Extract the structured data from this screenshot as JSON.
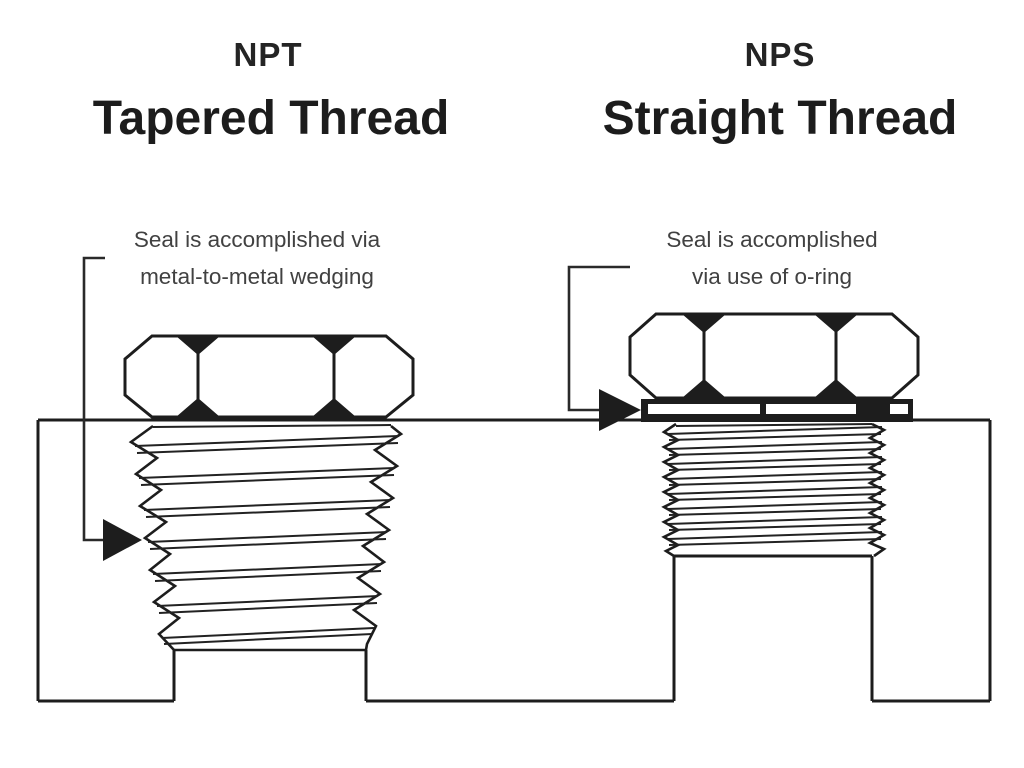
{
  "diagram": {
    "background": "#ffffff",
    "line_color": "#1d1d1d",
    "text_color": "#242424",
    "callout_text_color": "#414141",
    "left": {
      "abbr": "NPT",
      "title": "Tapered Thread",
      "callout_line1": "Seal is accomplished via",
      "callout_line2": "metal-to-metal wedging"
    },
    "right": {
      "abbr": "NPS",
      "title": "Straight Thread",
      "callout_line1": "Seal is accomplished",
      "callout_line2": "via use of o-ring"
    }
  }
}
